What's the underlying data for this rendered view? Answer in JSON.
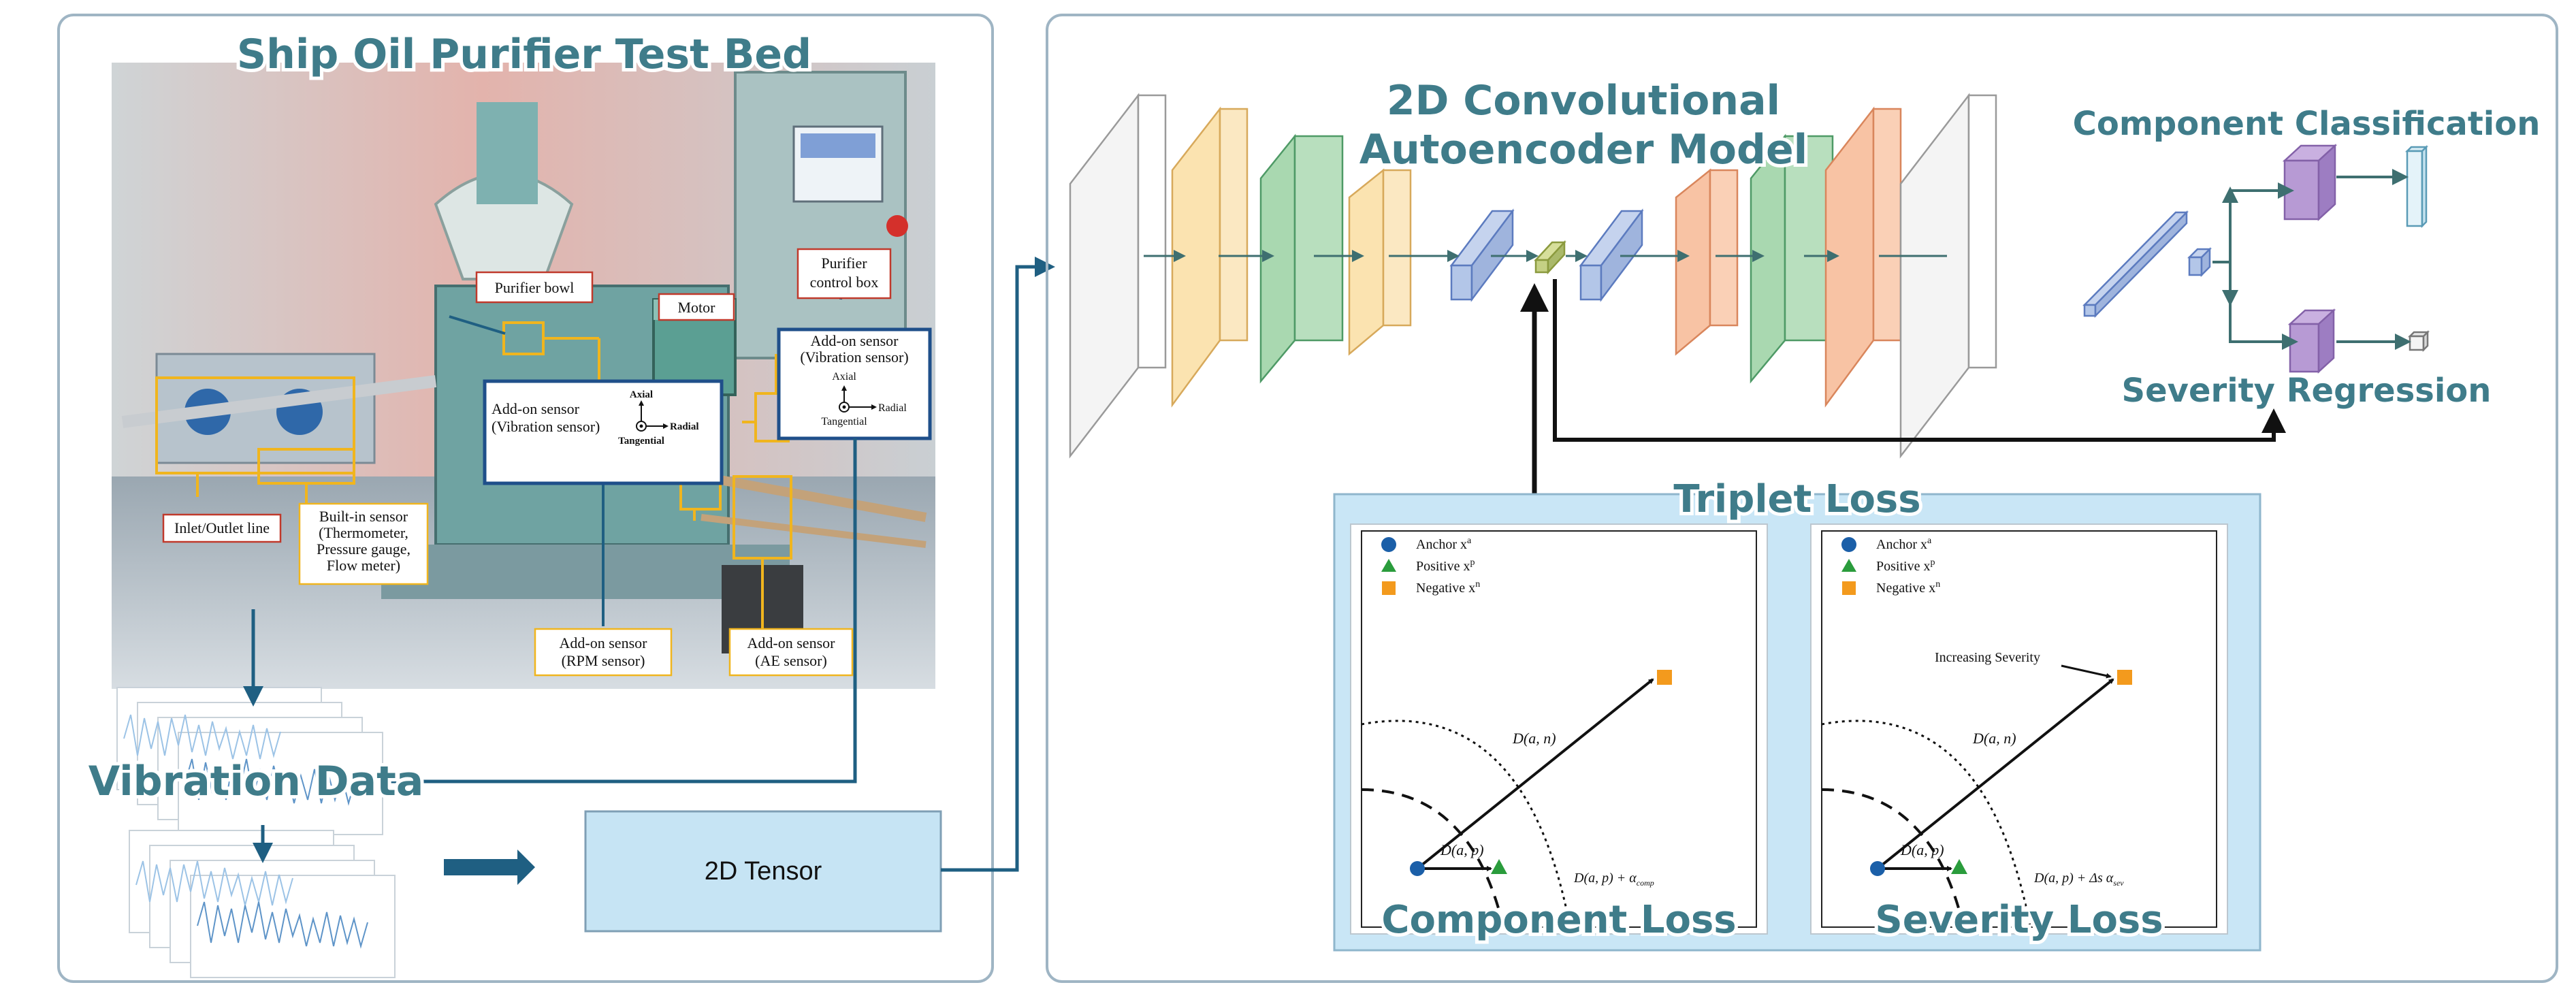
{
  "panels": {
    "test_bed": {
      "title": "Ship Oil Purifier Test Bed",
      "labels": {
        "purifier_bowl": "Purifier bowl",
        "motor": "Motor",
        "control_box_1": "Purifier",
        "control_box_2": "control box",
        "vib_sensor_1_a": "Add-on sensor",
        "vib_sensor_1_b": "(Vibration sensor)",
        "vib_sensor_2_a": "Add-on sensor",
        "vib_sensor_2_b": "(Vibration sensor)",
        "axial": "Axial",
        "radial": "Radial",
        "tangential": "Tangential",
        "inlet_outlet": "Inlet/Outlet line",
        "builtin_1": "Built-in sensor",
        "builtin_2": "(Thermometer,",
        "builtin_3": "Pressure gauge,",
        "builtin_4": "Flow meter)",
        "rpm_1": "Add-on sensor",
        "rpm_2": "(RPM sensor)",
        "ae_1": "Add-on sensor",
        "ae_2": "(AE sensor)"
      },
      "vibration_title": "Vibration Data",
      "tensor_label": "2D Tensor"
    },
    "model": {
      "title_line1": "2D Convolutional",
      "title_line2": "Autoencoder Model",
      "component_classification": "Component Classification",
      "severity_regression": "Severity Regression",
      "triplet_title": "Triplet Loss",
      "component_loss": "Component Loss",
      "severity_loss": "Severity Loss",
      "legend": {
        "anchor": "Anchor x",
        "anchor_sup": "a",
        "positive": "Positive x",
        "positive_sup": "p",
        "negative": "Negative x",
        "negative_sup": "n"
      },
      "increasing_severity": "Increasing Severity",
      "d_an": "D(a, n)",
      "d_ap": "D(a, p)",
      "margin_comp": "D(a, p) + α",
      "margin_comp_sub": "comp",
      "margin_sev": "D(a, p) + Δs α",
      "margin_sev_sub": "sev"
    }
  },
  "colors": {
    "panel_border": "#9fb5c4",
    "title_teal": "#3f7c8a",
    "arrow_navy": "#1f5f82",
    "tensor_fill": "#c6e4f4",
    "triplet_bg": "#c9e6f6",
    "layer_white": "#f4f4f4",
    "layer_yellow": "#fbe3b0",
    "layer_green": "#a9d8b0",
    "layer_orange": "#f8c3a4",
    "layer_blue": "#b3c6e8",
    "layer_purple": "#b79ad4",
    "anchor_blue": "#1b5fa8",
    "positive_green": "#2a9c3c",
    "negative_orange": "#f39a1d"
  }
}
